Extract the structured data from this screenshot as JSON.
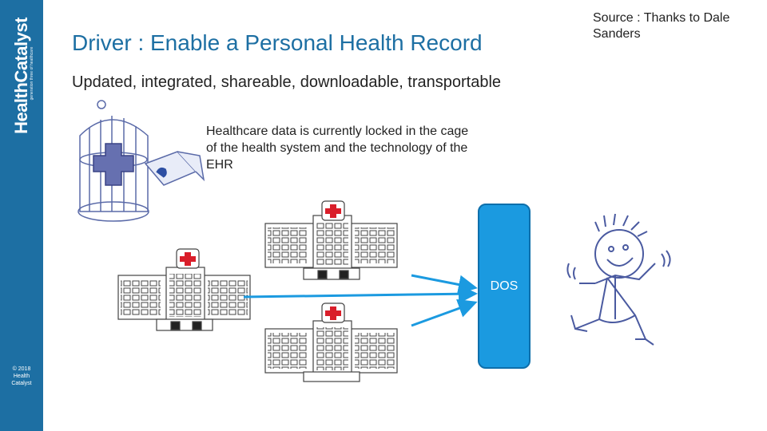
{
  "sidebar": {
    "brand": "HealthCatalyst",
    "tagline": "generation three of healthcare",
    "copyright": "© 2018\nHealth\nCatalyst"
  },
  "slide": {
    "title": "Driver : Enable a Personal Health Record",
    "source": "Source : Thanks to Dale Sanders",
    "subtitle": "Updated, integrated, shareable, downloadable, transportable",
    "caption": "Healthcare data is currently locked in the cage of the health system and the technology of the EHR",
    "dos_label": "DOS"
  },
  "colors": {
    "sidebar": "#1d6fa3",
    "title": "#1d6fa3",
    "dos_box": "#1b9ae0",
    "arrow": "#1b9ae0",
    "red_cross": "#d91e2a"
  }
}
